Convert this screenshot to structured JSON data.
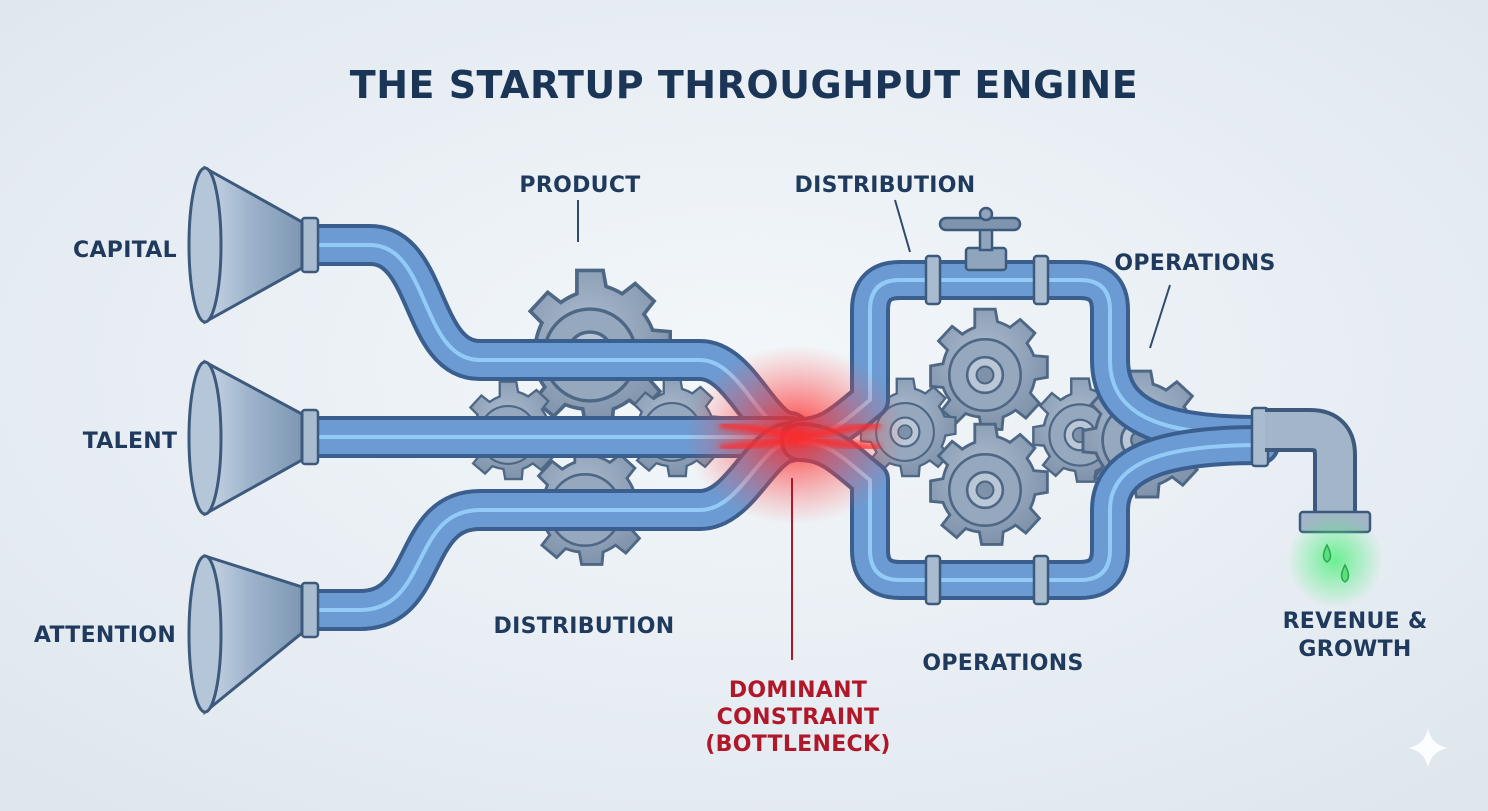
{
  "title": "THE STARTUP THROUGHPUT ENGINE",
  "inputs": {
    "capital": "CAPITAL",
    "talent": "TALENT",
    "attention": "ATTENTION"
  },
  "labels": {
    "product": "PRODUCT",
    "distribution_bottom": "DISTRIBUTION",
    "distribution_top": "DISTRIBUTION",
    "operations_top": "OPERATIONS",
    "operations_bottom": "OPERATIONS"
  },
  "bottleneck": {
    "line1": "DOMINANT",
    "line2": "CONSTRAINT",
    "line3": "(BOTTLENECK)"
  },
  "output": {
    "line1": "REVENUE &",
    "line2": "GROWTH"
  },
  "colors": {
    "pipe": "#5f8fc8",
    "pipe_glow": "#7fd0ff",
    "gear": "#8a9fb6",
    "bottleneck": "#ff2a2a",
    "output_glow": "#3fdc6a",
    "text": "#1f3a5c",
    "bottleneck_text": "#b0182a"
  },
  "icons": [
    "funnel-icon",
    "gear-icon",
    "valve-icon",
    "faucet-icon",
    "water-drop-icon",
    "sparkle-icon"
  ]
}
